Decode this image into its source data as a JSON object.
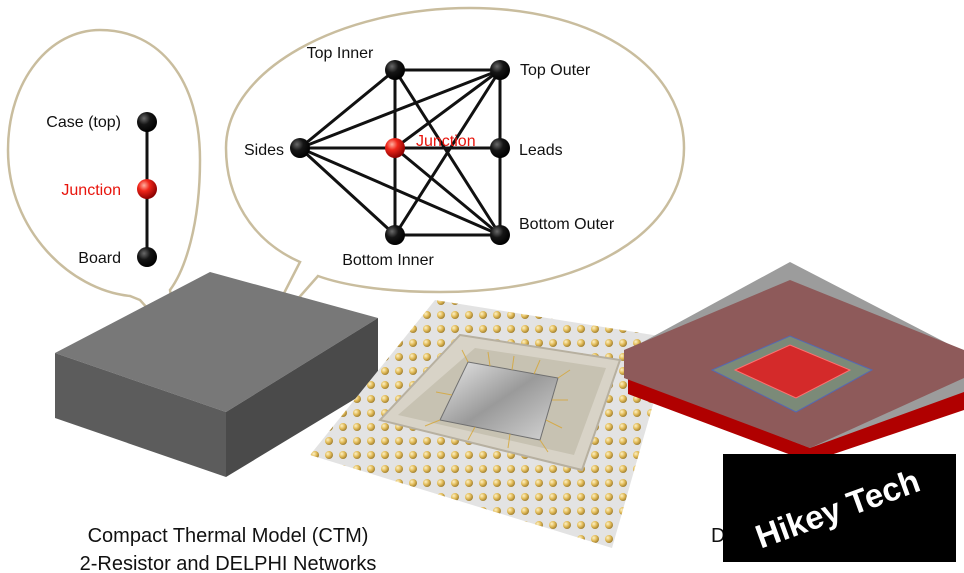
{
  "two_resistor": {
    "nodes": {
      "case_top": "Case (top)",
      "junction": "Junction",
      "board": "Board"
    }
  },
  "delphi": {
    "nodes": {
      "top_inner": "Top Inner",
      "top_outer": "Top Outer",
      "sides": "Sides",
      "junction": "Junction",
      "leads": "Leads",
      "bottom_outer": "Bottom Outer",
      "bottom_inner": "Bottom Inner"
    }
  },
  "captions": {
    "ctm_line1": "Compact Thermal Model (CTM)",
    "ctm_line2": "2-Resistor and DELPHI Networks",
    "right_partial": "D"
  },
  "watermark": "Hikey Tech",
  "colors": {
    "junction_node": "#e8140c",
    "node": "#111111",
    "bubble_outline": "#c9bd9e",
    "block_top": "#777777",
    "package_lid": "#8e5a5a",
    "package_base": "#b00000",
    "die": "#d42a2a"
  }
}
